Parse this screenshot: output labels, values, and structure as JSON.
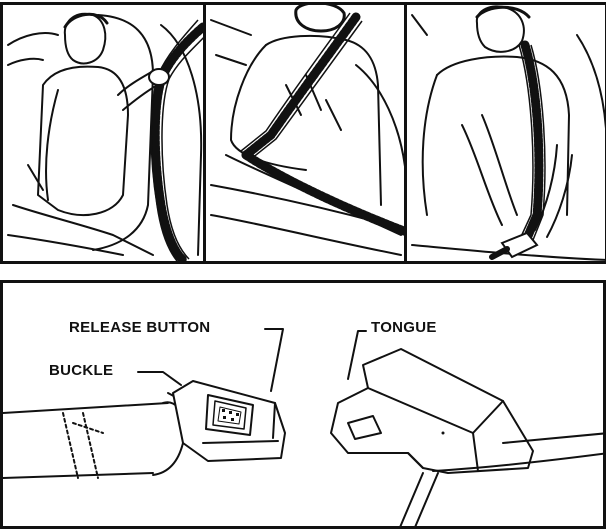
{
  "figure": {
    "panels": [
      {
        "id": "step-1",
        "subject": "person reaching over shoulder for seat belt"
      },
      {
        "id": "step-2",
        "subject": "belt drawn diagonally across chest"
      },
      {
        "id": "step-3",
        "subject": "person inserting tongue into buckle"
      }
    ],
    "callouts": {
      "release_button": "RELEASE BUTTON",
      "buckle": "BUCKLE",
      "tongue": "TONGUE"
    }
  },
  "colors": {
    "ink": "#111111",
    "paper": "#ffffff"
  }
}
